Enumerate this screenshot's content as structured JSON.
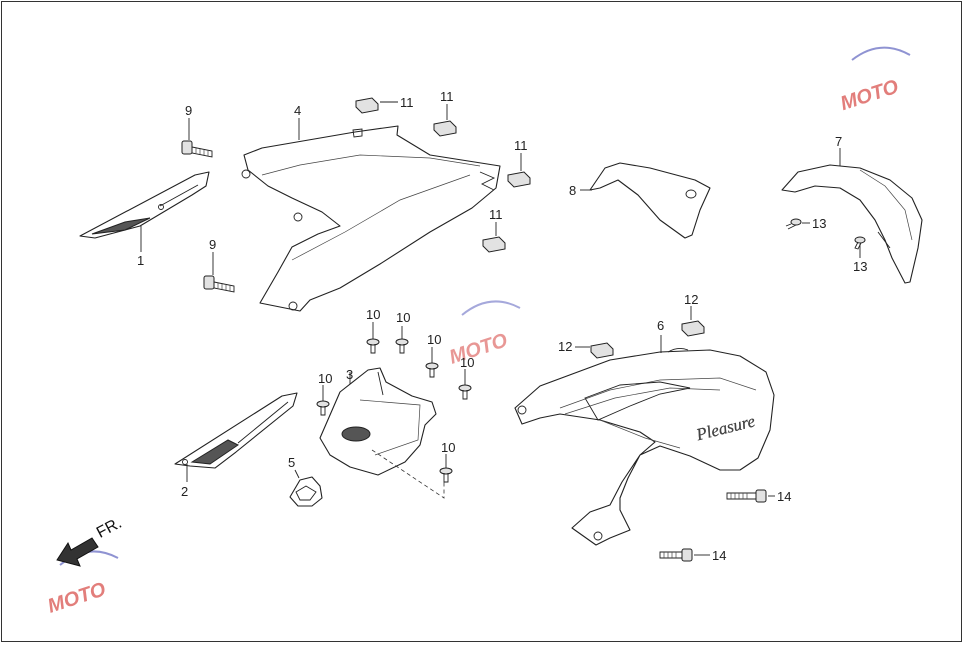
{
  "callouts": {
    "c1": "1",
    "c2": "2",
    "c3": "3",
    "c4": "4",
    "c5": "5",
    "c6": "6",
    "c7": "7",
    "c8": "8",
    "c9a": "9",
    "c9b": "9",
    "c10a": "10",
    "c10b": "10",
    "c10c": "10",
    "c10d": "10",
    "c10e": "10",
    "c10f": "10",
    "c11a": "11",
    "c11b": "11",
    "c11c": "11",
    "c11d": "11",
    "c12a": "12",
    "c12b": "12",
    "c13a": "13",
    "c13b": "13",
    "c14a": "14",
    "c14b": "14"
  },
  "direction_label": "FR.",
  "decal_text": "Pleasure",
  "watermark_text": "MOTO",
  "colors": {
    "line": "#222222",
    "shade": "#e2e2e2",
    "watermark_red": "#d9534f",
    "watermark_blue": "#6a6fc4"
  },
  "icons": {
    "direction": "front-arrow-icon",
    "watermark": "moto-logo-icon"
  }
}
